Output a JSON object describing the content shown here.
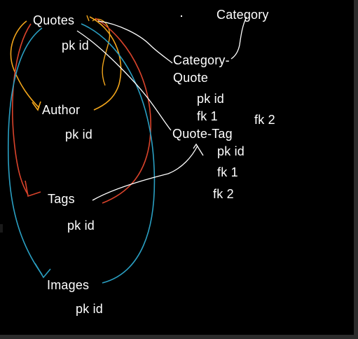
{
  "entities": {
    "quotes": {
      "title": "Quotes",
      "fields": [
        "pk  id"
      ]
    },
    "author": {
      "title": "Author",
      "fields": [
        "pk  id"
      ]
    },
    "tags": {
      "title": "Tags",
      "fields": [
        "pk  id"
      ]
    },
    "images": {
      "title": "Images",
      "fields": [
        "pk  id"
      ]
    },
    "category": {
      "title": "Category"
    },
    "category_quote": {
      "title_line1": "Category-",
      "title_line2": "Quote",
      "fields": [
        "pk  id",
        "fk 1",
        "fk 2"
      ]
    },
    "quote_tag": {
      "title": "Quote-Tag",
      "fields": [
        "pk  id",
        "fk 1",
        "fk 2"
      ]
    }
  },
  "colors": {
    "background": "#000000",
    "text": "#ffffff",
    "orange": "#f2a51b",
    "red": "#d9432b",
    "blue": "#2a9fc2",
    "white_stroke": "#ffffff"
  }
}
